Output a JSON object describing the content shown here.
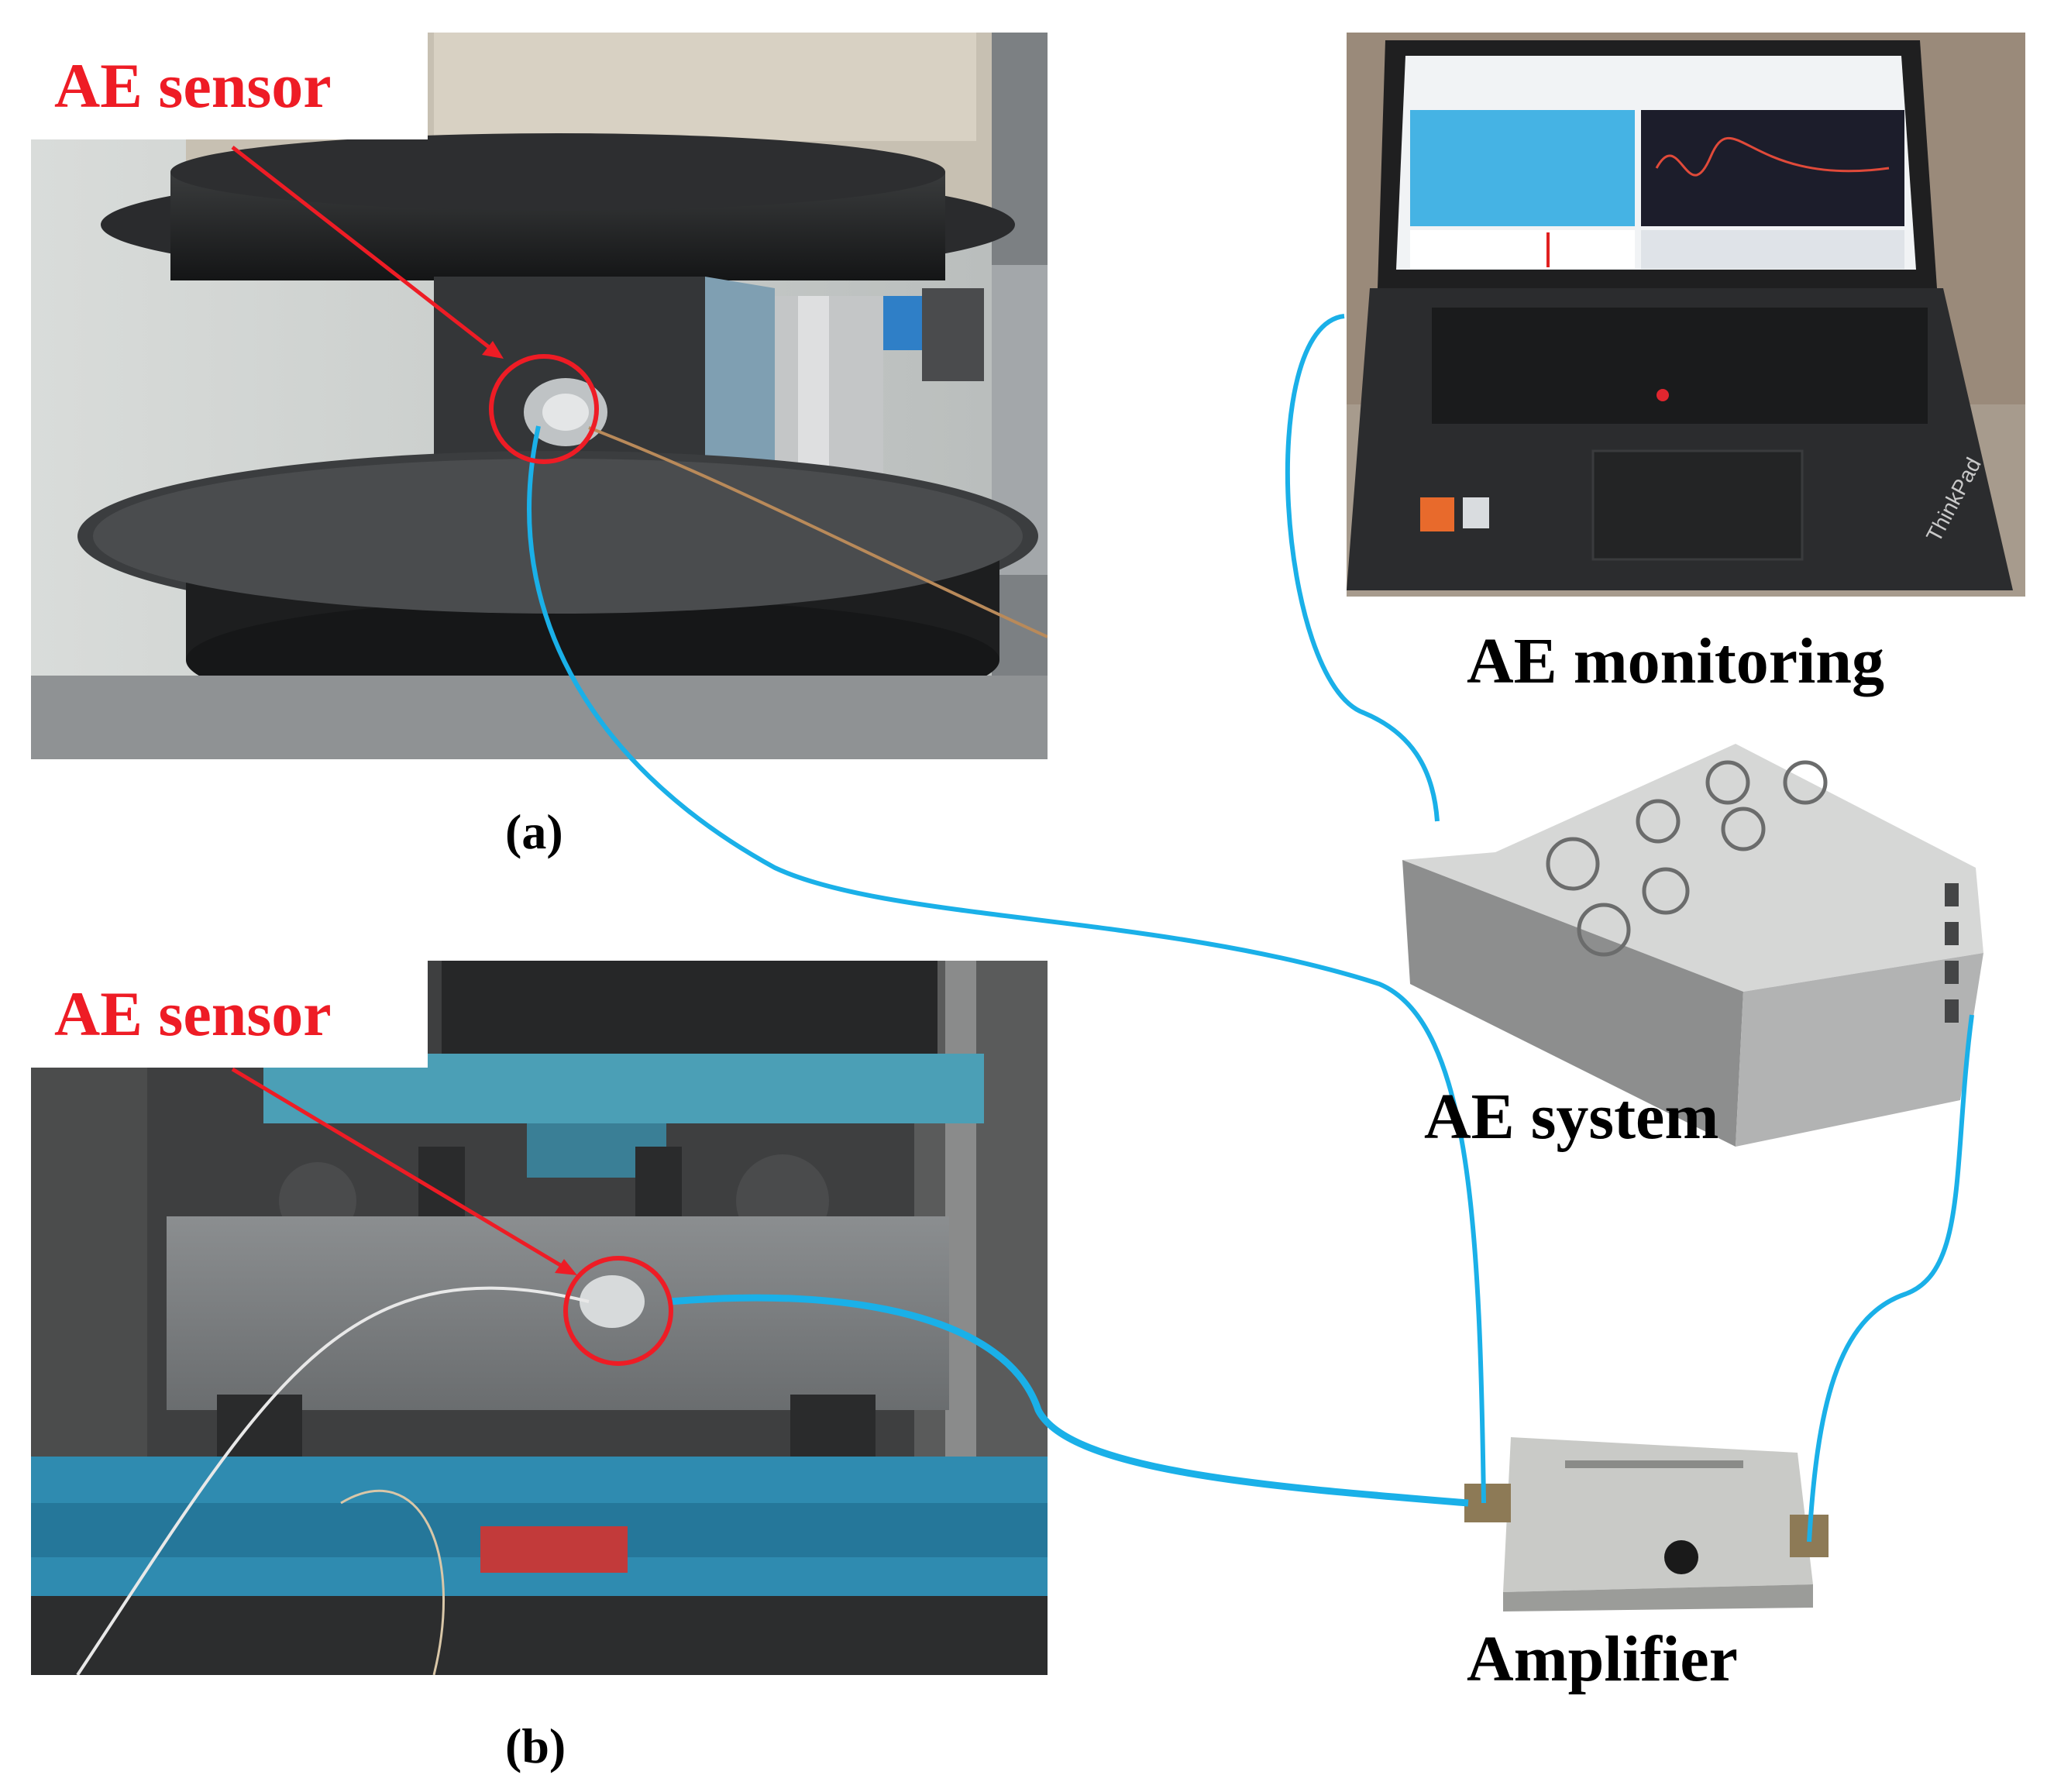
{
  "figure": {
    "panel_a": {
      "sensor_label": "AE sensor",
      "caption": "(a)"
    },
    "panel_b": {
      "sensor_label": "AE sensor",
      "caption": "(b)"
    },
    "monitoring_label": "AE monitoring",
    "system_label": "AE system",
    "amplifier_label": "Amplifier",
    "laptop_brand": "ThinkPad"
  },
  "colors": {
    "sensor_label": "#ee1c25",
    "callout": "#ee1c25",
    "cable": "#1ab0e8",
    "text": "#000000"
  }
}
